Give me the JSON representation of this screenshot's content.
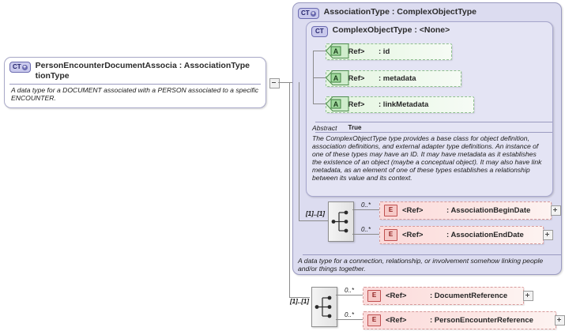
{
  "diagram": {
    "kind": "xsd-schema-diagram",
    "colors": {
      "complex_type_fill": "#dcdcf0",
      "complex_type_inner_fill": "#e4e4f4",
      "attribute_fill": "#e4f5e0",
      "attribute_border": "#8fbf8f",
      "element_fill": "#fbdada",
      "element_border": "#d79a9a",
      "badge_fill": "#c9c9ec",
      "badge_border": "#6a6ab0",
      "connector_line": "#8a8a8a"
    }
  },
  "root_type": {
    "badge": "CT",
    "badge_expand": "+",
    "badge_name": "complex-type-icon",
    "title": "PersonEncounterDocumentAssocia : AssociationType tionType",
    "title_line1": "PersonEncounterDocumentAssocia : AssociationType",
    "title_line2": "tionType",
    "documentation": "A data type for a DOCUMENT associated with a PERSON associated to a specific ENCOUNTER.",
    "expander": "-"
  },
  "association_type": {
    "badge": "CT",
    "badge_expand": "+",
    "title": "AssociationType : ComplexObjectType",
    "documentation": "A data type for a connection, relationship, or involvement somehow linking people and/or things together.",
    "sequence": {
      "occurrence": "[1]..[1]",
      "icon_name": "sequence-compositor-icon"
    },
    "elements": [
      {
        "badge": "E",
        "cardinality": "0..*",
        "ref": "<Ref>",
        "name": ": AssociationBeginDate",
        "expander": "+"
      },
      {
        "badge": "E",
        "cardinality": "0..*",
        "ref": "<Ref>",
        "name": ": AssociationEndDate",
        "expander": "+"
      }
    ]
  },
  "complex_object_type": {
    "badge": "CT",
    "title": "ComplexObjectType : <None>",
    "attributes": [
      {
        "badge": "A",
        "ref": "<Ref>",
        "name": ": id"
      },
      {
        "badge": "A",
        "ref": "<Ref>",
        "name": ": metadata"
      },
      {
        "badge": "A",
        "ref": "<Ref>",
        "name": ": linkMetadata"
      }
    ],
    "facet": {
      "label": "Abstract",
      "value": "True"
    },
    "documentation": "The ComplexObjectType type provides a base class for object definition, association definitions, and external adapter type definitions. An instance of one of these types may have an ID. It may have metadata as it establishes the existence of an object (maybe a conceptual object). It may also have link metadata, as an element of one of these types establishes a relationship between its value and its context."
  },
  "derived_sequence": {
    "occurrence": "[1]..[1]",
    "icon_name": "sequence-compositor-icon",
    "elements": [
      {
        "badge": "E",
        "cardinality": "0..*",
        "ref": "<Ref>",
        "name": ": DocumentReference",
        "expander": "+"
      },
      {
        "badge": "E",
        "cardinality": "0..*",
        "ref": "<Ref>",
        "name": ": PersonEncounterReference",
        "expander": "+"
      }
    ]
  }
}
